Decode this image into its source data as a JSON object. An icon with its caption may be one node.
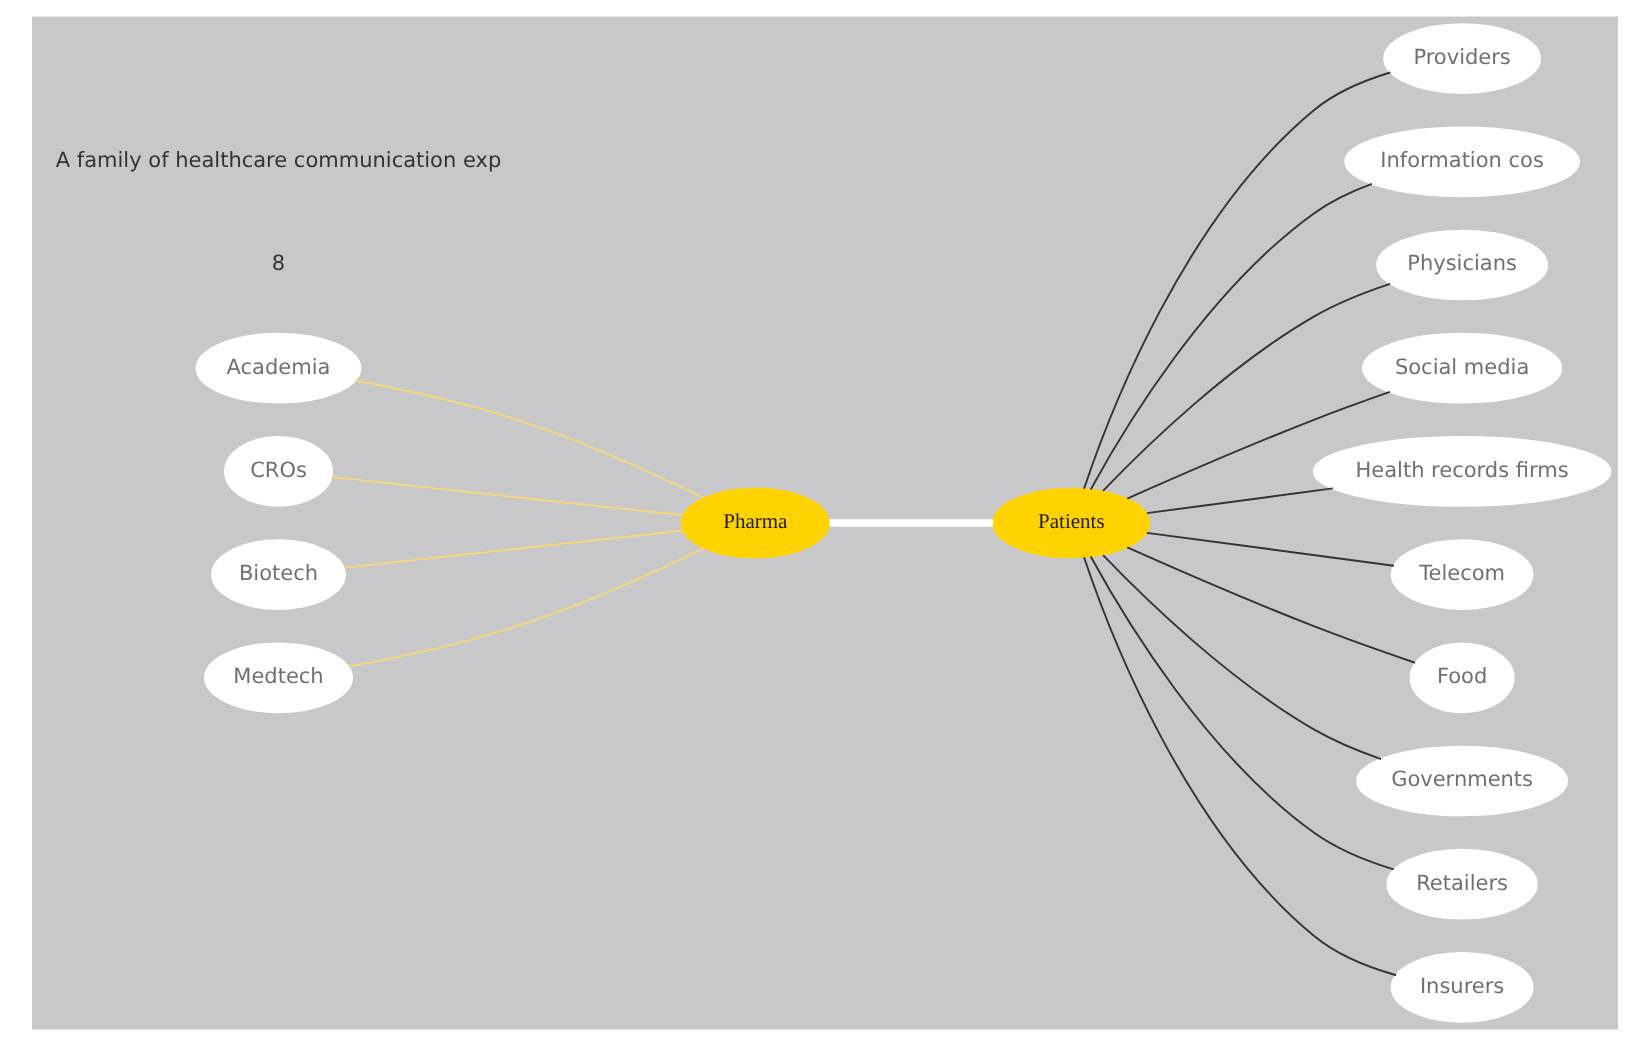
{
  "diagram": {
    "nodes": [
      {
        "text": [
          "Providers"
        ]
      },
      {
        "text": [
          "Information cos"
        ]
      },
      {
        "text": [
          "Physicians"
        ]
      },
      {
        "text": [
          "Social media"
        ]
      },
      {
        "text": [
          "Academia"
        ]
      },
      {
        "text": [
          "CROs"
        ]
      },
      {
        "text": [
          "Health records firms"
        ]
      },
      {
        "text": [
          "Pharma"
        ]
      },
      {
        "text": [
          "Patients"
        ]
      },
      {
        "text": [
          "Biotech"
        ]
      },
      {
        "text": [
          "Medtech"
        ]
      },
      {
        "text": [
          "Telecom"
        ]
      },
      {
        "text": [
          "Food"
        ]
      },
      {
        "text": [
          "Governments"
        ]
      },
      {
        "text": [
          "Retailers"
        ]
      },
      {
        "text": [
          "Insurers"
        ]
      }
    ],
    "edges": [
      {
        "from": 4,
        "to": 7,
        "arrow": "none",
        "color": "#f5d77a"
      },
      {
        "from": 5,
        "to": 7,
        "arrow": "none",
        "color": "#f5d77a"
      },
      {
        "from": 9,
        "to": 7,
        "arrow": "none",
        "color": "#f5d77a"
      },
      {
        "from": 10,
        "to": 7,
        "arrow": "none",
        "color": "#f5d77a"
      },
      {
        "from": 7,
        "to": 8,
        "arrow": "none",
        "style": "thick",
        "color": "#ffffff"
      },
      {
        "from": 8,
        "to": 2,
        "arrow": "none"
      },
      {
        "from": 8,
        "to": 0,
        "arrow": "none"
      },
      {
        "from": 8,
        "to": 1,
        "arrow": "none"
      },
      {
        "from": 8,
        "to": 3,
        "arrow": "none"
      },
      {
        "from": 8,
        "to": 6,
        "arrow": "none"
      },
      {
        "from": 8,
        "to": 11,
        "arrow": "none"
      },
      {
        "from": 8,
        "to": 13,
        "arrow": "none"
      },
      {
        "from": 8,
        "to": 15,
        "arrow": "none"
      },
      {
        "from": 8,
        "to": 14,
        "arrow": "none"
      },
      {
        "from": 8,
        "to": 12,
        "arrow": "none"
      }
    ],
    "labels": [
      "8",
      "A family of healthcare communication exp"
    ]
  }
}
